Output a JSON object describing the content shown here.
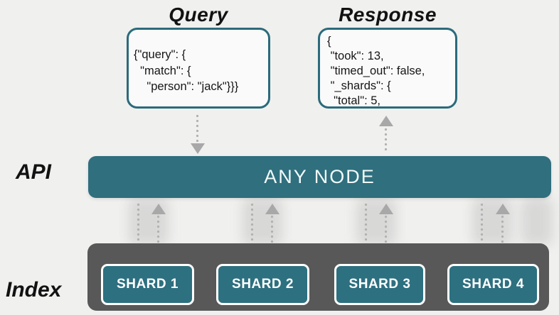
{
  "query": {
    "title": "Query",
    "code": "{\"query\": {\n  \"match\": {\n    \"person\": \"jack\"}}}"
  },
  "response": {
    "title": "Response",
    "code": "{\n \"took\": 13,\n \"timed_out\": false,\n \"_shards\": {\n  \"total\": 5,"
  },
  "api": {
    "label": "API",
    "node_label": "ANY NODE"
  },
  "index": {
    "label": "Index",
    "shards": [
      "SHARD 1",
      "SHARD 2",
      "SHARD 3",
      "SHARD 4"
    ]
  },
  "colors": {
    "teal": "#2f6f7e",
    "shard_teal": "#2d7080",
    "dark_gray": "#585858",
    "background": "#f0f0ef",
    "arrow_gray": "#b1b1b1"
  }
}
